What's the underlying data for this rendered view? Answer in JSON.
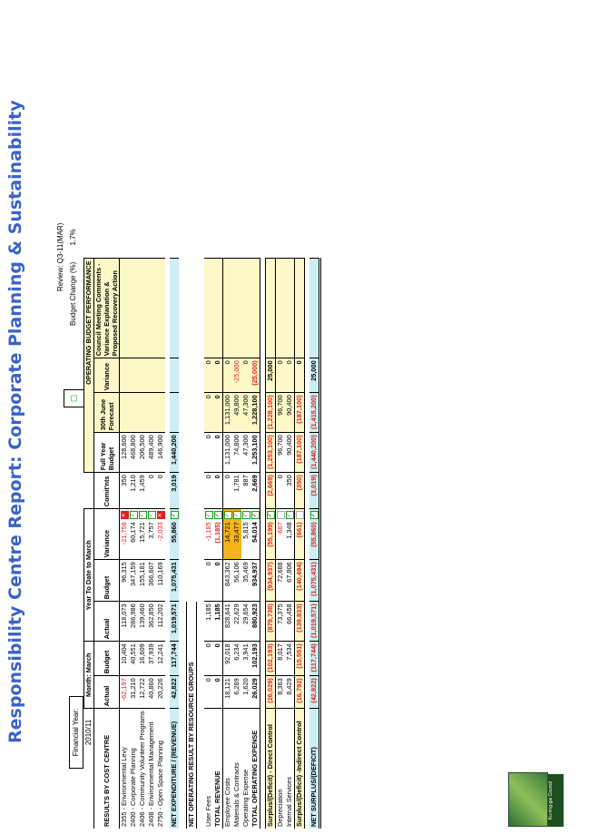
{
  "header": {
    "title": "Responsibility Centre Report: Corporate Planning & Sustainability",
    "review": "Review:  Q3-11(MAR)",
    "budget_change_label": "Budget Change (%)",
    "budget_change_value": "1.7%",
    "financial_year": "Financial Year: 2010/11",
    "checkbox_icon": "check-icon"
  },
  "logo": {
    "text": "Ku-ring-gai Council"
  },
  "columns": {
    "month_group": "Month: March",
    "ytd_group": "Year To Date to March",
    "perf_group": "OPERATING BUDGET PERFORMANCE",
    "results_label": "RESULTS BY COST CENTRE",
    "actual": "Actual",
    "budget": "Budget",
    "variance": "Variance",
    "commits": "Comit'nts",
    "full_year_budget": "Full Year Budget",
    "forecast": "30th June Forecast",
    "comments": "Council Meeting Comments - Variance Explanation & Proposed Recovery Action"
  },
  "cost_centres": [
    {
      "label": "2355 - Environmental Levy",
      "m_actual": "-62,197",
      "m_actual_neg": true,
      "m_budget": "10,404",
      "y_actual": "118,073",
      "y_budget": "96,315",
      "y_var": "-21,758",
      "y_var_neg": true,
      "icon": "bad",
      "commits": "350",
      "fyb": "128,600",
      "fc": "",
      "vr": ""
    },
    {
      "label": "2400 - Corporate Planning",
      "m_actual": "31,210",
      "m_budget": "40,551",
      "y_actual": "286,986",
      "y_budget": "347,159",
      "y_var": "60,174",
      "icon": "ok",
      "commits": "1,210",
      "fyb": "468,800",
      "fc": "",
      "vr": ""
    },
    {
      "label": "2406 - Community Volunteer Programs",
      "m_actual": "12,722",
      "m_budget": "16,609",
      "y_actual": "139,460",
      "y_budget": "155,181",
      "y_var": "15,721",
      "icon": "ok",
      "commits": "1,459",
      "fyb": "206,500",
      "fc": "",
      "vr": ""
    },
    {
      "label": "2408 - Environmental Management",
      "m_actual": "40,860",
      "m_budget": "37,939",
      "y_actual": "362,850",
      "y_budget": "366,607",
      "y_var": "3,757",
      "icon": "ok",
      "commits": "0",
      "fyb": "489,400",
      "fc": "",
      "vr": ""
    },
    {
      "label": "2750 - Open Space Planning",
      "m_actual": "20,226",
      "m_budget": "12,241",
      "y_actual": "112,202",
      "y_budget": "110,169",
      "y_var": "-2,033",
      "y_var_neg": true,
      "icon": "bad",
      "commits": "0",
      "fyb": "146,900",
      "fc": "",
      "vr": ""
    }
  ],
  "net_expenditure": {
    "label": "NET EXPENDITURE / (REVENUE)",
    "m_actual": "42,822",
    "m_budget": "117,744",
    "y_actual": "1,019,571",
    "y_budget": "1,075,431",
    "y_var": "55,860",
    "icon": "ok",
    "commits": "3,019",
    "fyb": "1,440,200"
  },
  "resource_groups_label": "NET OPERATING RESULT BY RESOURCE GROUPS",
  "resource_rows": [
    {
      "label": "User Fees",
      "m_actual": "0",
      "m_budget": "0",
      "y_actual": "1,185",
      "y_budget": "0",
      "y_var": "-1,185",
      "y_var_neg": true,
      "icon": "ok",
      "commits": "0",
      "fyb": "0",
      "fc": "0",
      "vr": "0",
      "style": "normal"
    },
    {
      "label": "TOTAL REVENUE",
      "m_actual": "0",
      "m_budget": "0",
      "y_actual": "1,185",
      "y_budget": "0",
      "y_var": "(1,185)",
      "y_var_neg": true,
      "icon": "ok",
      "commits": "0",
      "fyb": "0",
      "fc": "0",
      "vr": "0",
      "style": "total"
    },
    {
      "label": "Employee Costs",
      "m_actual": "18,121",
      "m_budget": "92,018",
      "y_actual": "828,641",
      "y_budget": "843,362",
      "y_var": "14,721",
      "icon": "ok",
      "commits": "0",
      "fyb": "1,131,000",
      "fc": "1,131,000",
      "vr": "0",
      "style": "normal",
      "highlight": true
    },
    {
      "label": "Materials & Contracts",
      "m_actual": "6,289",
      "m_budget": "6,234",
      "y_actual": "22,629",
      "y_budget": "56,106",
      "y_var": "33,477",
      "icon": "ok",
      "commits": "1,781",
      "fyb": "74,800",
      "fc": "49,800",
      "vr": "-25,000",
      "vr_neg": true,
      "style": "normal",
      "highlight": true
    },
    {
      "label": "Operating Expense",
      "m_actual": "1,620",
      "m_budget": "3,941",
      "y_actual": "29,654",
      "y_budget": "35,469",
      "y_var": "5,815",
      "icon": "ok",
      "commits": "887",
      "fyb": "47,300",
      "fc": "47,300",
      "vr": "0",
      "style": "normal"
    },
    {
      "label": "TOTAL OPERATING EXPENSE",
      "m_actual": "26,029",
      "m_budget": "102,193",
      "y_actual": "880,923",
      "y_budget": "934,937",
      "y_var": "54,014",
      "icon": "ok",
      "commits": "2,669",
      "fyb": "1,253,100",
      "fc": "1,228,100",
      "vr": "(25,000)",
      "vr_neg": true,
      "style": "total"
    }
  ],
  "surplus_rows": [
    {
      "label": "Surplus/(Deficit) - Direct Control",
      "m_actual": "(26,029)",
      "m_budget": "(102,193)",
      "y_actual": "(879,738)",
      "y_budget": "(934,937)",
      "y_var": "(55,199)",
      "icon": "ok",
      "commits": "(2,669)",
      "fyb": "(1,253,100)",
      "fc": "(1,228,100)",
      "vr": "25,000",
      "style": "surplus",
      "all_neg": true
    },
    {
      "label": "Depreciation",
      "m_actual": "8,363",
      "m_budget": "8,017",
      "y_actual": "73,375",
      "y_budget": "72,688",
      "y_var": "-687",
      "y_var_neg": true,
      "icon": "none",
      "commits": "0",
      "fyb": "96,700",
      "fc": "96,700",
      "vr": "0",
      "style": "normal"
    },
    {
      "label": "Internal Services",
      "m_actual": "8,429",
      "m_budget": "7,534",
      "y_actual": "66,458",
      "y_budget": "67,806",
      "y_var": "1,348",
      "icon": "ok",
      "commits": "350",
      "fyb": "90,400",
      "fc": "90,400",
      "vr": "0",
      "style": "normal"
    },
    {
      "label": "Surplus/(Deficit) -Indirect Control",
      "m_actual": "(16,792)",
      "m_budget": "(15,551)",
      "y_actual": "(139,833)",
      "y_budget": "(140,494)",
      "y_var": "(661)",
      "icon": "none",
      "commits": "(350)",
      "fyb": "(187,100)",
      "fc": "(187,100)",
      "vr": "0",
      "style": "surplus",
      "all_neg": true
    }
  ],
  "net_surplus": {
    "label": "NET SURPLUS/(DEFICIT)",
    "m_actual": "(42,822)",
    "m_budget": "(117,744)",
    "y_actual": "(1,019,571)",
    "y_budget": "(1,075,431)",
    "y_var": "(55,860)",
    "icon": "ok",
    "commits": "(3,019)",
    "fyb": "(1,440,200)",
    "fc": "(1,415,200)",
    "vr": "25,000"
  },
  "colors": {
    "title": "#3a63c8",
    "negative": "#e02020",
    "ok": "#18a018",
    "highlight": "#f6b31b",
    "yellow_panel": "#fdf8c8",
    "teal": "#cdeef2"
  }
}
